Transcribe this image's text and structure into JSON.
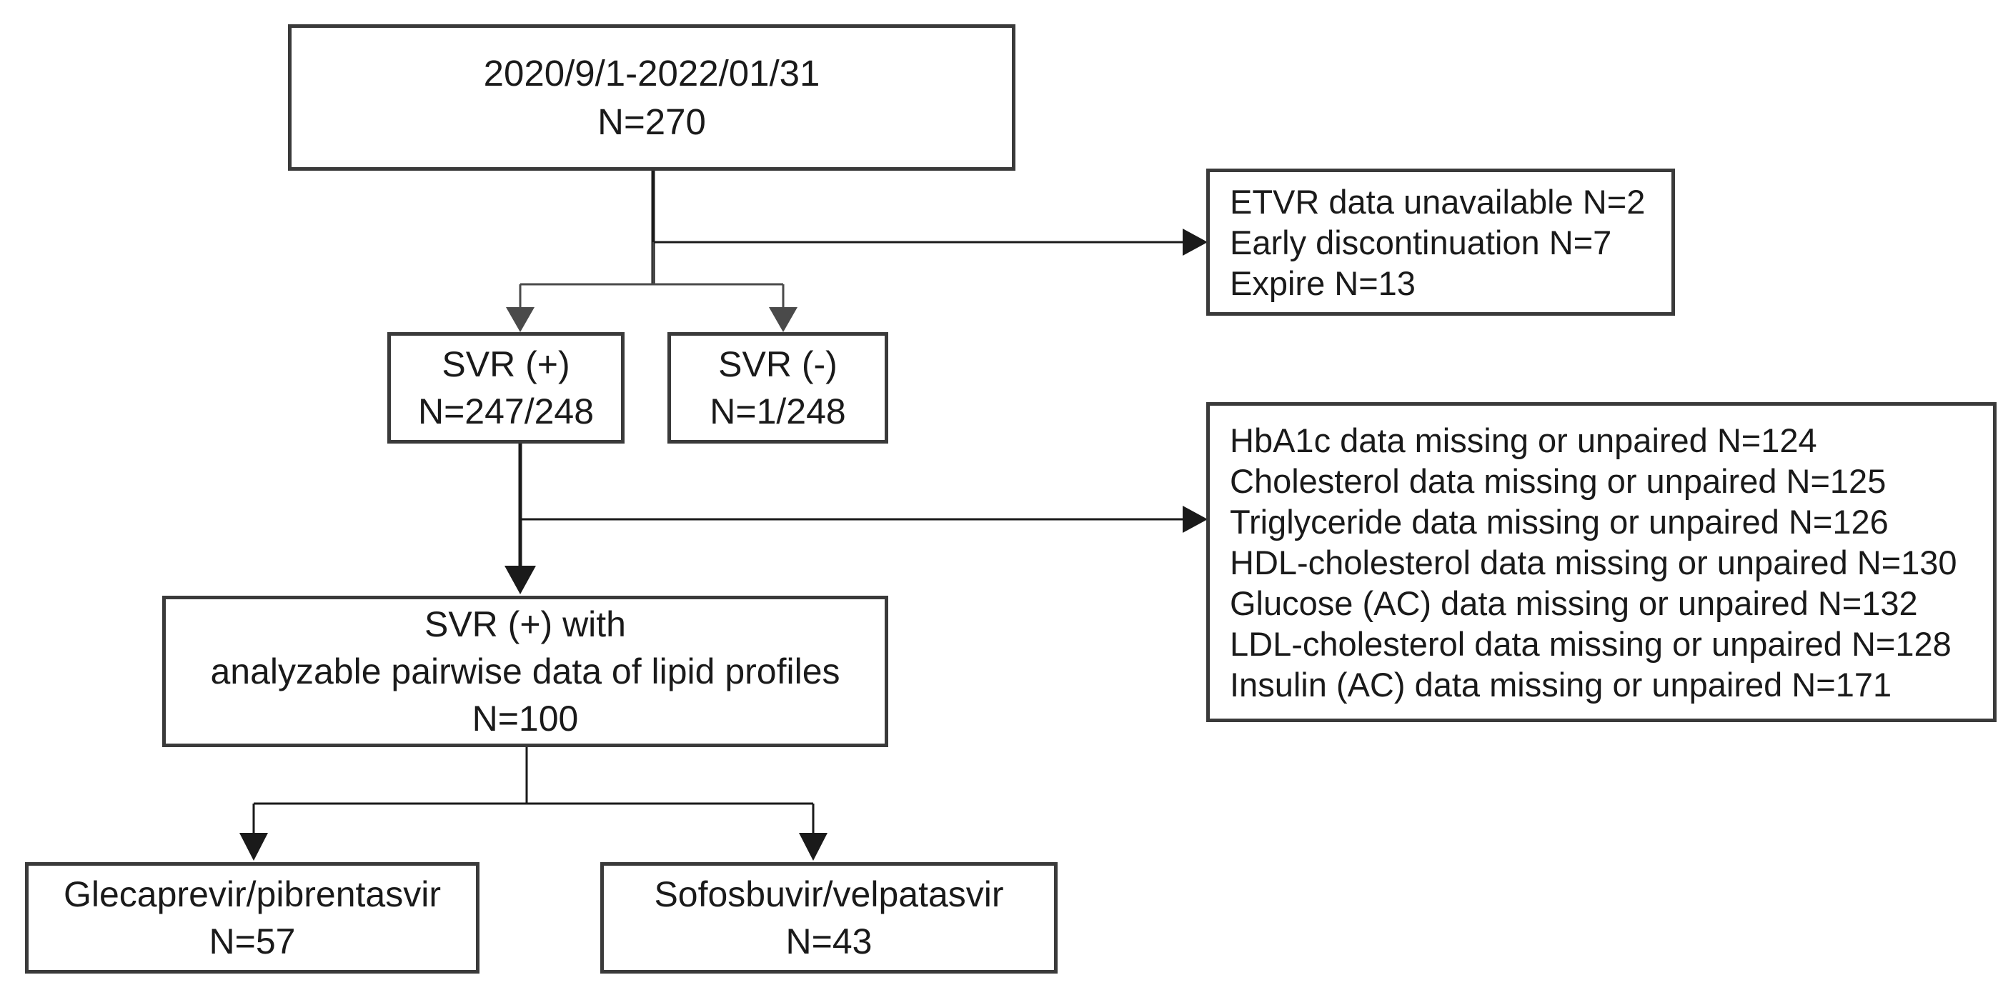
{
  "nodes": {
    "study_period": {
      "lines": [
        "2020/9/1-2022/01/31",
        "N=270"
      ]
    },
    "exclusion_1": {
      "lines": [
        "ETVR data unavailable N=2",
        "Early discontinuation N=7",
        "Expire N=13"
      ]
    },
    "svr_positive": {
      "lines": [
        "SVR (+)",
        "N=247/248"
      ]
    },
    "svr_negative": {
      "lines": [
        "SVR (-)",
        "N=1/248"
      ]
    },
    "exclusion_2": {
      "lines": [
        "HbA1c data missing or unpaired N=124",
        "Cholesterol data missing or unpaired N=125",
        "Triglyceride data missing or unpaired N=126",
        "HDL-cholesterol data missing or unpaired N=130",
        "Glucose (AC) data missing or unpaired N=132",
        "LDL-cholesterol data missing or unpaired N=128",
        "Insulin (AC) data missing or unpaired N=171"
      ]
    },
    "analyzable": {
      "lines": [
        "SVR (+) with",
        "analyzable pairwise data of lipid profiles",
        "N=100"
      ]
    },
    "glecaprevir": {
      "lines": [
        "Glecaprevir/pibrentasvir",
        "N=57"
      ]
    },
    "sofosbuvir": {
      "lines": [
        "Sofosbuvir/velpatasvir",
        "N=43"
      ]
    }
  },
  "colors": {
    "border": "#3a3a3a",
    "text": "#1a1a1a",
    "arrow_dark": "#1a1a1a",
    "arrow_gray": "#4a4a4a"
  }
}
